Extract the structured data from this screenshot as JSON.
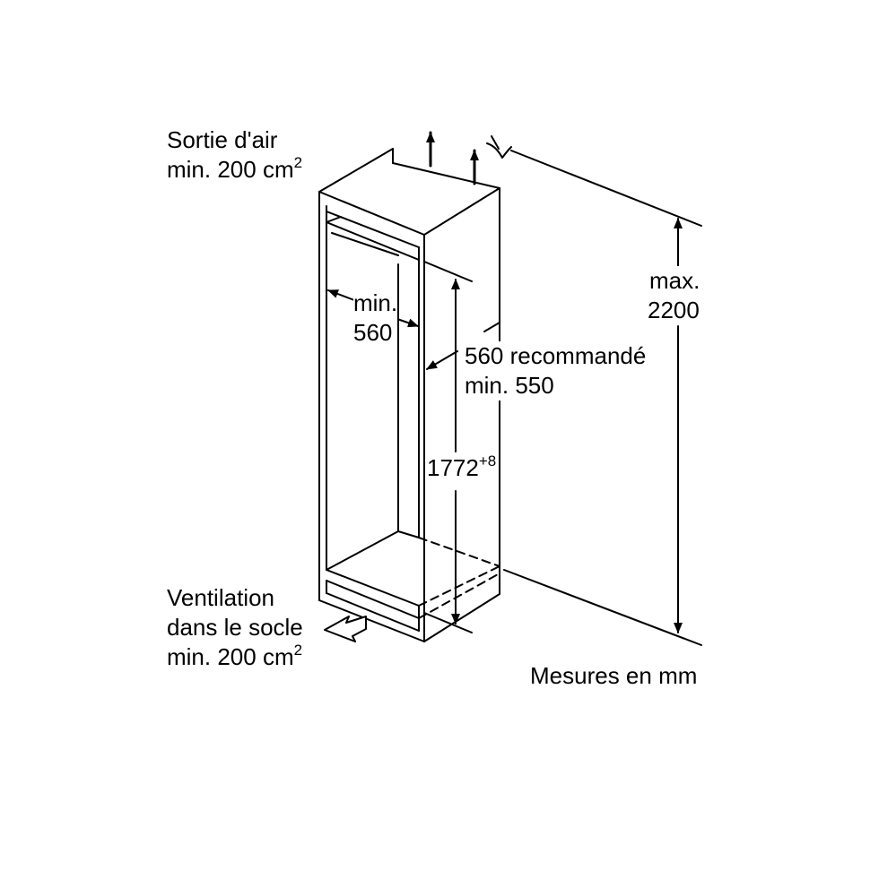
{
  "air_outlet": {
    "line1": "Sortie d'air",
    "line2": "min. 200 cm",
    "sup": "2"
  },
  "inner_width": {
    "line1": "min.",
    "line2": "560"
  },
  "depth": {
    "line1": "560 recommandé",
    "line2": "min. 550"
  },
  "niche_height": {
    "value": "1772",
    "tolerance": "+8"
  },
  "max_height": {
    "line1": "max.",
    "line2": "2200"
  },
  "ventilation": {
    "line1": "Ventilation",
    "line2": "dans le socle",
    "line3": "min. 200 cm",
    "sup": "2"
  },
  "units": "Mesures en mm",
  "colors": {
    "ink": "#000000",
    "background": "#ffffff"
  }
}
